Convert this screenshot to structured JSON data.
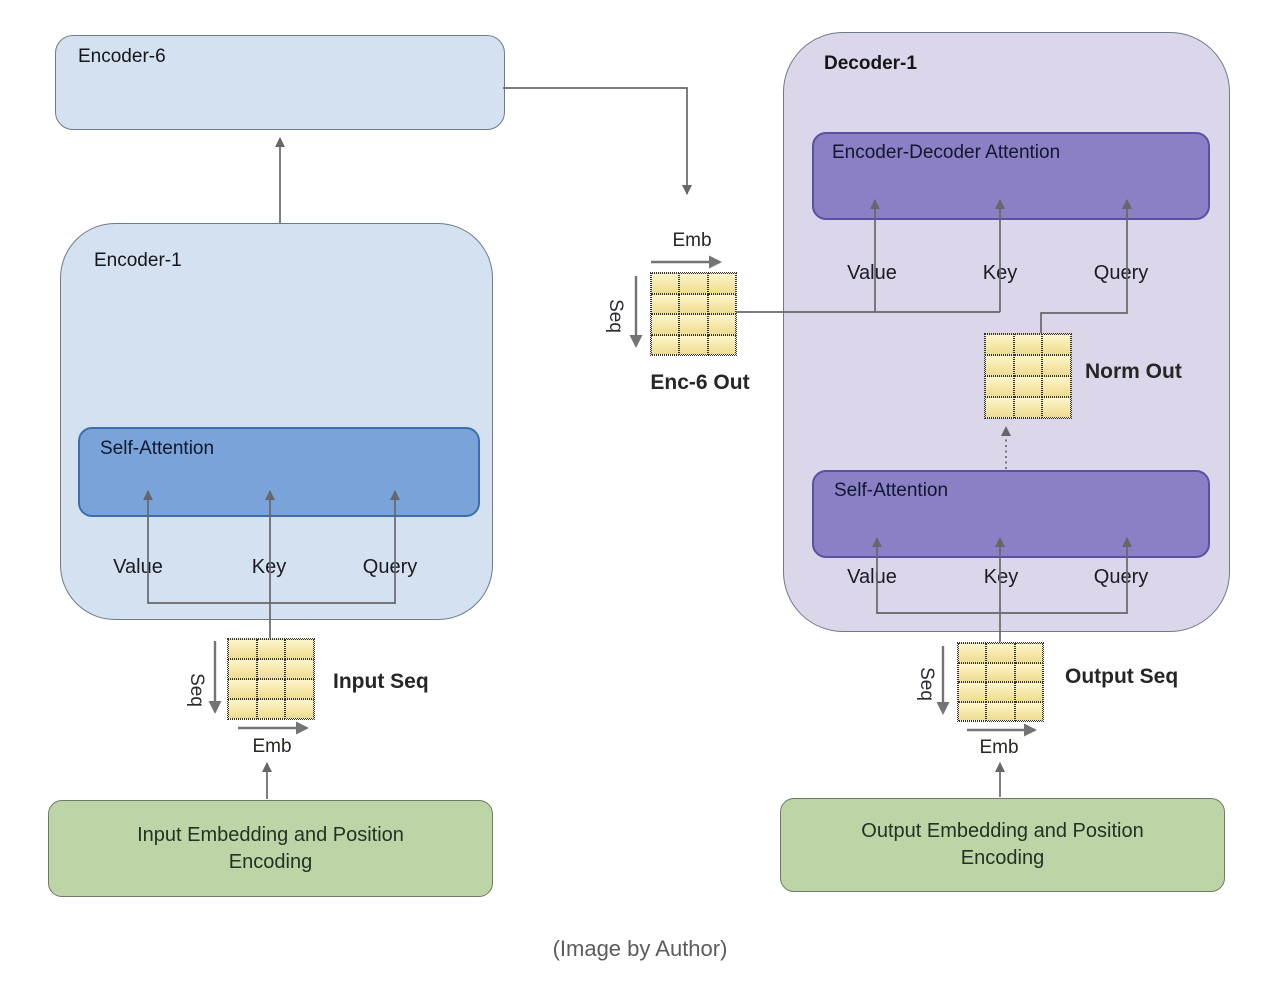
{
  "caption": "(Image by Author)",
  "matrix_grid": {
    "rows": 4,
    "cols": 3
  },
  "encoder": {
    "encoder6_title": "Encoder-6",
    "encoder1_title": "Encoder-1",
    "self_attention_title": "Self-Attention",
    "vkq_labels": [
      "Value",
      "Key",
      "Query"
    ],
    "matrix_label": "Input Seq",
    "seq_axis": "Seq",
    "emb_axis": "Emb",
    "embedding_title": "Input Embedding and Position Encoding"
  },
  "bridge": {
    "matrix_label": "Enc-6 Out",
    "seq_axis": "Seq",
    "emb_axis": "Emb"
  },
  "decoder": {
    "decoder1_title": "Decoder-1",
    "enc_dec_attention_title": "Encoder-Decoder Attention",
    "self_attention_title": "Self-Attention",
    "top_vkq_labels": [
      "Value",
      "Key",
      "Query"
    ],
    "bottom_vkq_labels": [
      "Value",
      "Key",
      "Query"
    ],
    "norm_matrix_label": "Norm Out",
    "output_matrix_label": "Output Seq",
    "seq_axis": "Seq",
    "emb_axis": "Emb",
    "embedding_title": "Output Embedding and Position Encoding"
  },
  "colors": {
    "encoder_fill": "#d3e1f0",
    "encoder_border": "#6e7b8a",
    "encoder_attention_fill": "#7aa4d9",
    "encoder_attention_border": "#3d6fae",
    "decoder_fill": "#dcd6ea",
    "decoder_attention_fill": "#8b7fc6",
    "decoder_attention_border": "#5a50a5",
    "embedding_fill": "#bdd5a6",
    "matrix_cell_light": "#fdf6cc",
    "matrix_cell_dark": "#eedc94",
    "matrix_border": "#333333",
    "arrow_color": "#66676a",
    "caption_color": "#5c5c5c"
  }
}
